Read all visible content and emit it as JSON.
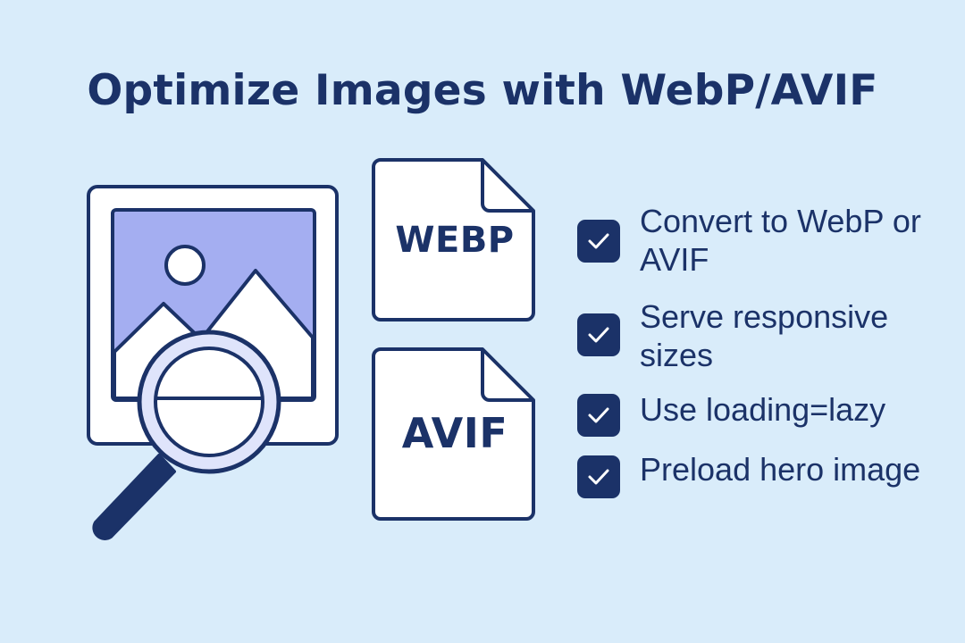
{
  "title": "Optimize Images with WebP/AVIF",
  "formats": {
    "webp": "WEBP",
    "avif": "AVIF"
  },
  "checklist": [
    {
      "text": "Convert to WebP or AVIF",
      "checked": true
    },
    {
      "text": "Serve responsive sizes",
      "checked": true
    },
    {
      "text": "Use loading=lazy",
      "checked": true
    },
    {
      "text": "Preload hero image",
      "checked": true
    }
  ],
  "icons": {
    "image": "image-frame-icon",
    "magnifier": "magnifying-glass-icon",
    "file": "file-document-icon",
    "check": "checkbox-checked-icon"
  },
  "colors": {
    "background": "#d9ecfa",
    "primary": "#1b3268",
    "image_fill": "#a4aef1",
    "white": "#ffffff"
  }
}
